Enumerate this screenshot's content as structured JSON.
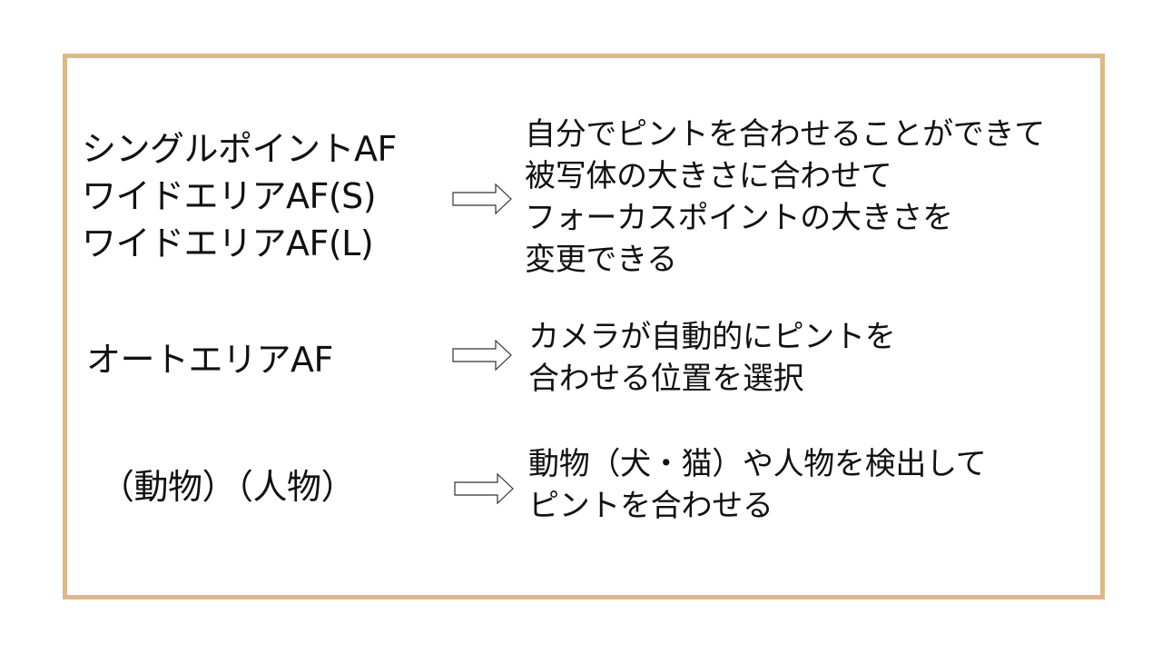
{
  "slide": {
    "border_color": "#deb887",
    "rows": [
      {
        "left_lines": [
          "シングルポイントAF",
          "ワイドエリアAF(S)",
          "ワイドエリアAF(L)"
        ],
        "arrow_icon": "right-arrow-icon",
        "right_lines": [
          "自分でピントを合わせることができて",
          "被写体の大きさに合わせて",
          "フォーカスポイントの大きさを",
          "変更できる"
        ]
      },
      {
        "left_lines": [
          "オートエリアAF"
        ],
        "arrow_icon": "right-arrow-icon",
        "right_lines": [
          "カメラが自動的にピントを",
          "合わせる位置を選択"
        ]
      },
      {
        "left_lines": [
          "（動物）（人物）"
        ],
        "arrow_icon": "right-arrow-icon",
        "right_lines": [
          "動物（犬・猫）や人物を検出して",
          "ピントを合わせる"
        ]
      }
    ]
  }
}
